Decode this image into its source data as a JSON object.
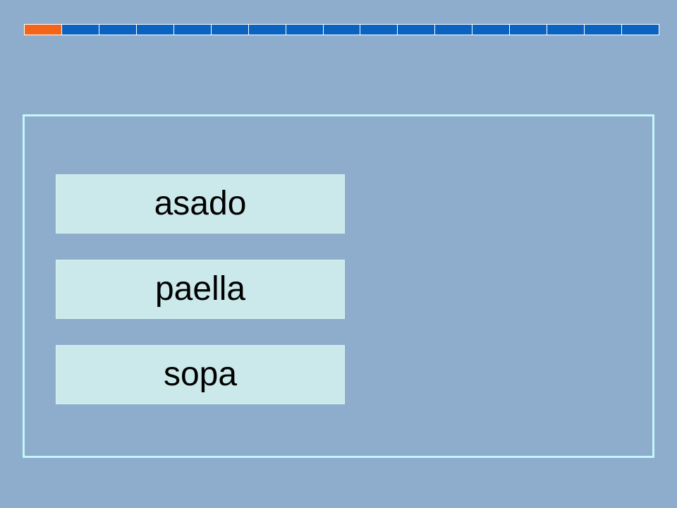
{
  "progress": {
    "total_segments": 17,
    "current_index": 0
  },
  "options": [
    {
      "label": "asado"
    },
    {
      "label": "paella"
    },
    {
      "label": "sopa"
    }
  ],
  "colors": {
    "background": "#8eaccc",
    "segment": "#0a63c0",
    "segment_current": "#f4651a",
    "frame_border": "#c4f6fb",
    "card": "#cbe9ea"
  }
}
